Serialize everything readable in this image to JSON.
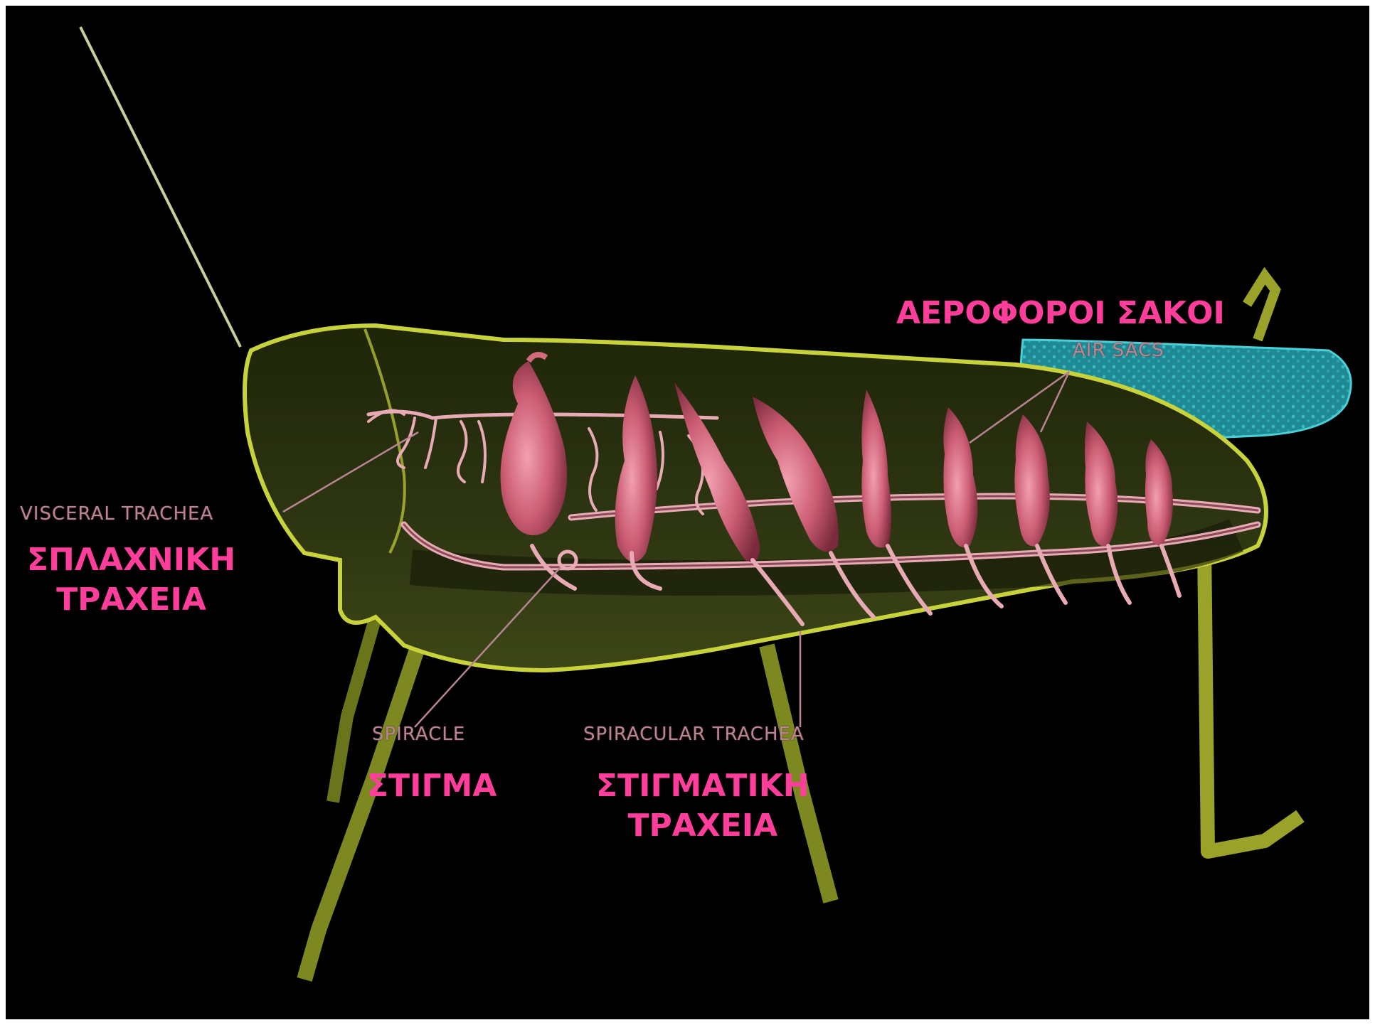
{
  "labels": {
    "air_sacs_gr": "ΑΕΡΟΦΟΡΟΙ ΣΑΚΟΙ",
    "air_sacs_en": "AIR SACS",
    "visceral_trachea_en": "VISCERAL TRACHEA",
    "visceral_trachea_gr_line1": "ΣΠΛΑΧΝΙΚΗ",
    "visceral_trachea_gr_line2": "ΤΡΑΧΕΙΑ",
    "spiracle_en": "SPIRACLE",
    "spiracle_gr": "ΣΤΙΓΜΑ",
    "spiracular_trachea_en": "SPIRACULAR TRACHEA",
    "spiracular_trachea_gr_line1": "ΣΤΙΓΜΑΤΙΚΗ",
    "spiracular_trachea_gr_line2": "ΤΡΑΧΕΙΑ"
  },
  "colors": {
    "background": "#000000",
    "body_outline": "#c8d23a",
    "body_fill": "#2b3210",
    "wing": "#2aa0a8",
    "air_sac": "#d46a7e",
    "trachea": "#e8aab4",
    "greek_label": "#ff3d9a",
    "english_label": "#b88592"
  }
}
